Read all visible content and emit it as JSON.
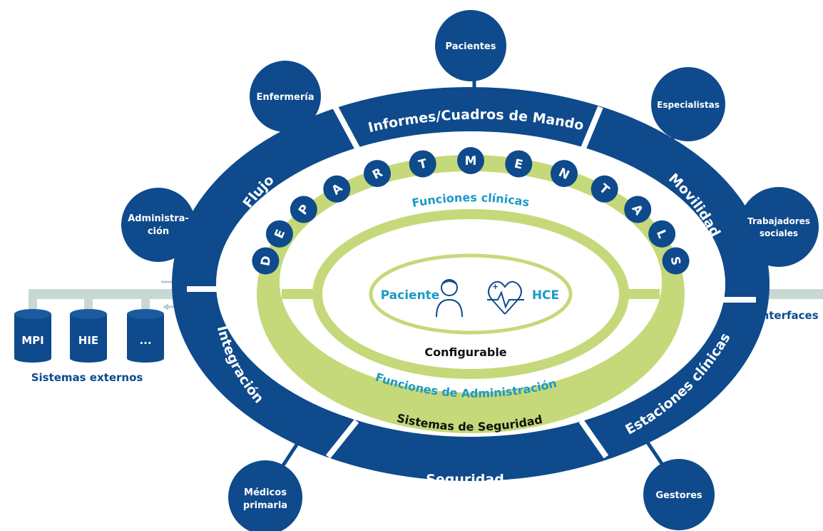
{
  "colors": {
    "navy": "#0e4a8c",
    "green": "#c5d97a",
    "teal": "#1b9ac6",
    "connector": "#c8d8d4",
    "arrow": "#b9cfcc"
  },
  "outer_ring": {
    "informes": "Informes/Cuadros de Mando",
    "flujo": "Flujo",
    "movilidad": "Movilidad",
    "integracion": "Integración",
    "seguridad": "Seguridad",
    "estaciones": "Estaciones clínicas"
  },
  "departmentals_letters": [
    "D",
    "E",
    "P",
    "A",
    "R",
    "T",
    "M",
    "E",
    "N",
    "T",
    "A",
    "L",
    "S"
  ],
  "inner": {
    "funciones_clinicas": "Funciones clínicas",
    "paciente": "Paciente",
    "hce": "HCE",
    "configurable": "Configurable",
    "funciones_administracion": "Funciones de Administración",
    "sistemas_seguridad": "Sistemas de Seguridad"
  },
  "satellites": {
    "pacientes": "Pacientes",
    "enfermeria": "Enfermería",
    "especialistas": "Especialistas",
    "administracion_1": "Administra-",
    "administracion_2": "ción",
    "trabajadores_1": "Trabajadores",
    "trabajadores_2": "sociales",
    "medicos_1": "Médicos",
    "medicos_2": "primaria",
    "gestores": "Gestores"
  },
  "external": {
    "systems": [
      "MPI",
      "HIE",
      "..."
    ],
    "label": "Sistemas externos",
    "interfaces": "Interfaces"
  },
  "icons": [
    "person-icon",
    "heart-pulse-icon",
    "database-icon",
    "arrow-right-icon",
    "arrow-left-icon"
  ]
}
